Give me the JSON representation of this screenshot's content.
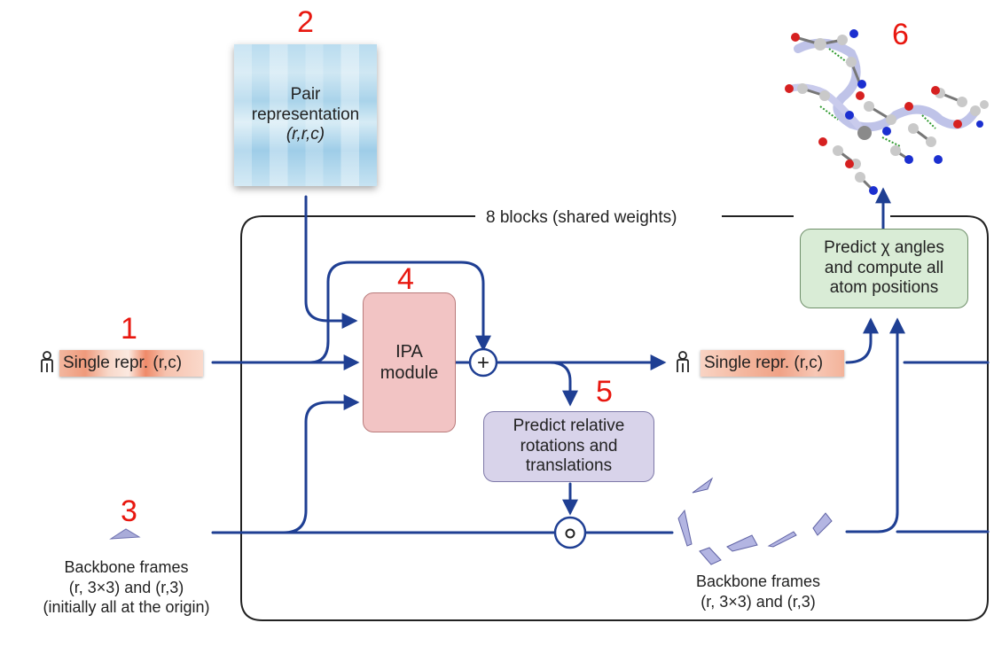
{
  "markers": [
    "1",
    "2",
    "3",
    "4",
    "5",
    "6"
  ],
  "pair_repr": {
    "line1": "Pair",
    "line2": "representation",
    "dims": "(r,r,c)"
  },
  "blocks_label": "8 blocks (shared weights)",
  "single_in": {
    "label": "Single repr. (r,c)",
    "icon": "person-icon"
  },
  "single_out": {
    "label": "Single repr. (r,c)",
    "icon": "person-icon"
  },
  "ipa": {
    "line1": "IPA",
    "line2": "module"
  },
  "plus_symbol": "+",
  "compose_symbol": "∘",
  "predict_rot": {
    "line1": "Predict relative",
    "line2": "rotations and",
    "line3": "translations"
  },
  "predict_chi": {
    "line1": "Predict χ angles",
    "line2": "and compute all",
    "line3": "atom positions"
  },
  "frames_in": {
    "line1": "Backbone frames",
    "line2": "(r, 3×3) and (r,3)",
    "line3": "(initially all at the origin)"
  },
  "frames_out": {
    "line1": "Backbone frames",
    "line2": "(r, 3×3) and (r,3)"
  },
  "colors": {
    "arrow": "#1f3f93",
    "marker": "#e8170f",
    "ipa_fill": "#f2c4c4",
    "rot_fill": "#d8d3ea",
    "chi_fill": "#d9ecd6"
  }
}
